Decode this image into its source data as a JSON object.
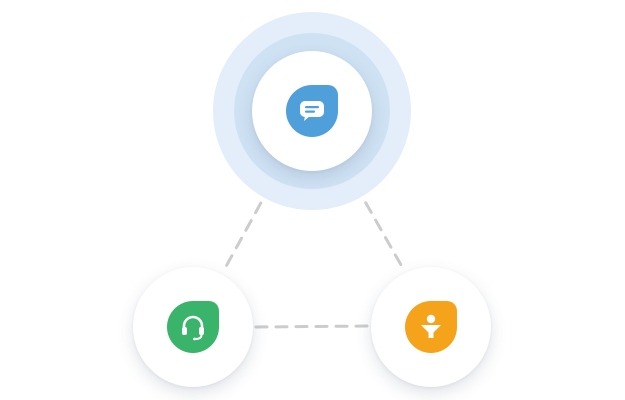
{
  "colors": {
    "halo_outer": "#e3eefa",
    "halo_inner": "#cfe2f4",
    "connector": "#cccccc",
    "chat_badge": "#4f9fdb",
    "support_badge": "#3bb46b",
    "funnel_badge": "#f5a31a"
  },
  "nodes": [
    {
      "id": "top",
      "icon": "chat-bubble-icon",
      "color_key": "chat_badge"
    },
    {
      "id": "left",
      "icon": "headset-icon",
      "color_key": "support_badge"
    },
    {
      "id": "right",
      "icon": "person-funnel-icon",
      "color_key": "funnel_badge"
    }
  ],
  "connectors": [
    {
      "from": "top",
      "to": "left",
      "style": "dashed"
    },
    {
      "from": "top",
      "to": "right",
      "style": "dashed"
    },
    {
      "from": "left",
      "to": "right",
      "style": "dashed"
    }
  ]
}
